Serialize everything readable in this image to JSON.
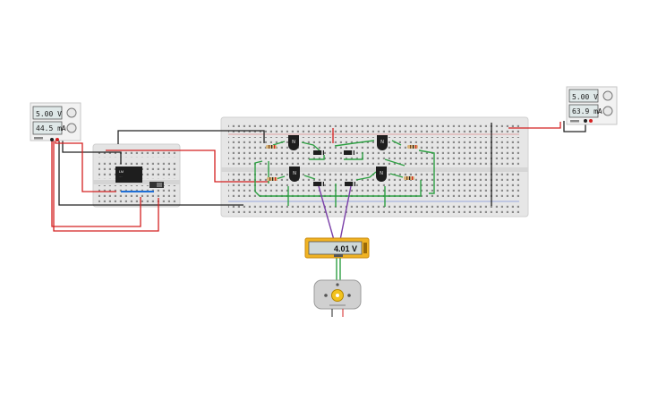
{
  "supply_left": {
    "voltage": "5.00 V",
    "current": "44.5 mA"
  },
  "supply_right": {
    "voltage": "5.00 V",
    "current": "63.9 mA"
  },
  "multimeter": {
    "reading": "4.01 V"
  },
  "transistors": {
    "q1": "N",
    "q2": "N",
    "q3": "N",
    "q4": "N"
  },
  "colors": {
    "wire_red": "#d42020",
    "wire_black": "#222222",
    "wire_green": "#2ea043",
    "wire_purple": "#7a3fa8",
    "wire_blue": "#1f6fd6",
    "breadboard": "#e6e6e6",
    "multimeter_body": "#f0b323"
  }
}
